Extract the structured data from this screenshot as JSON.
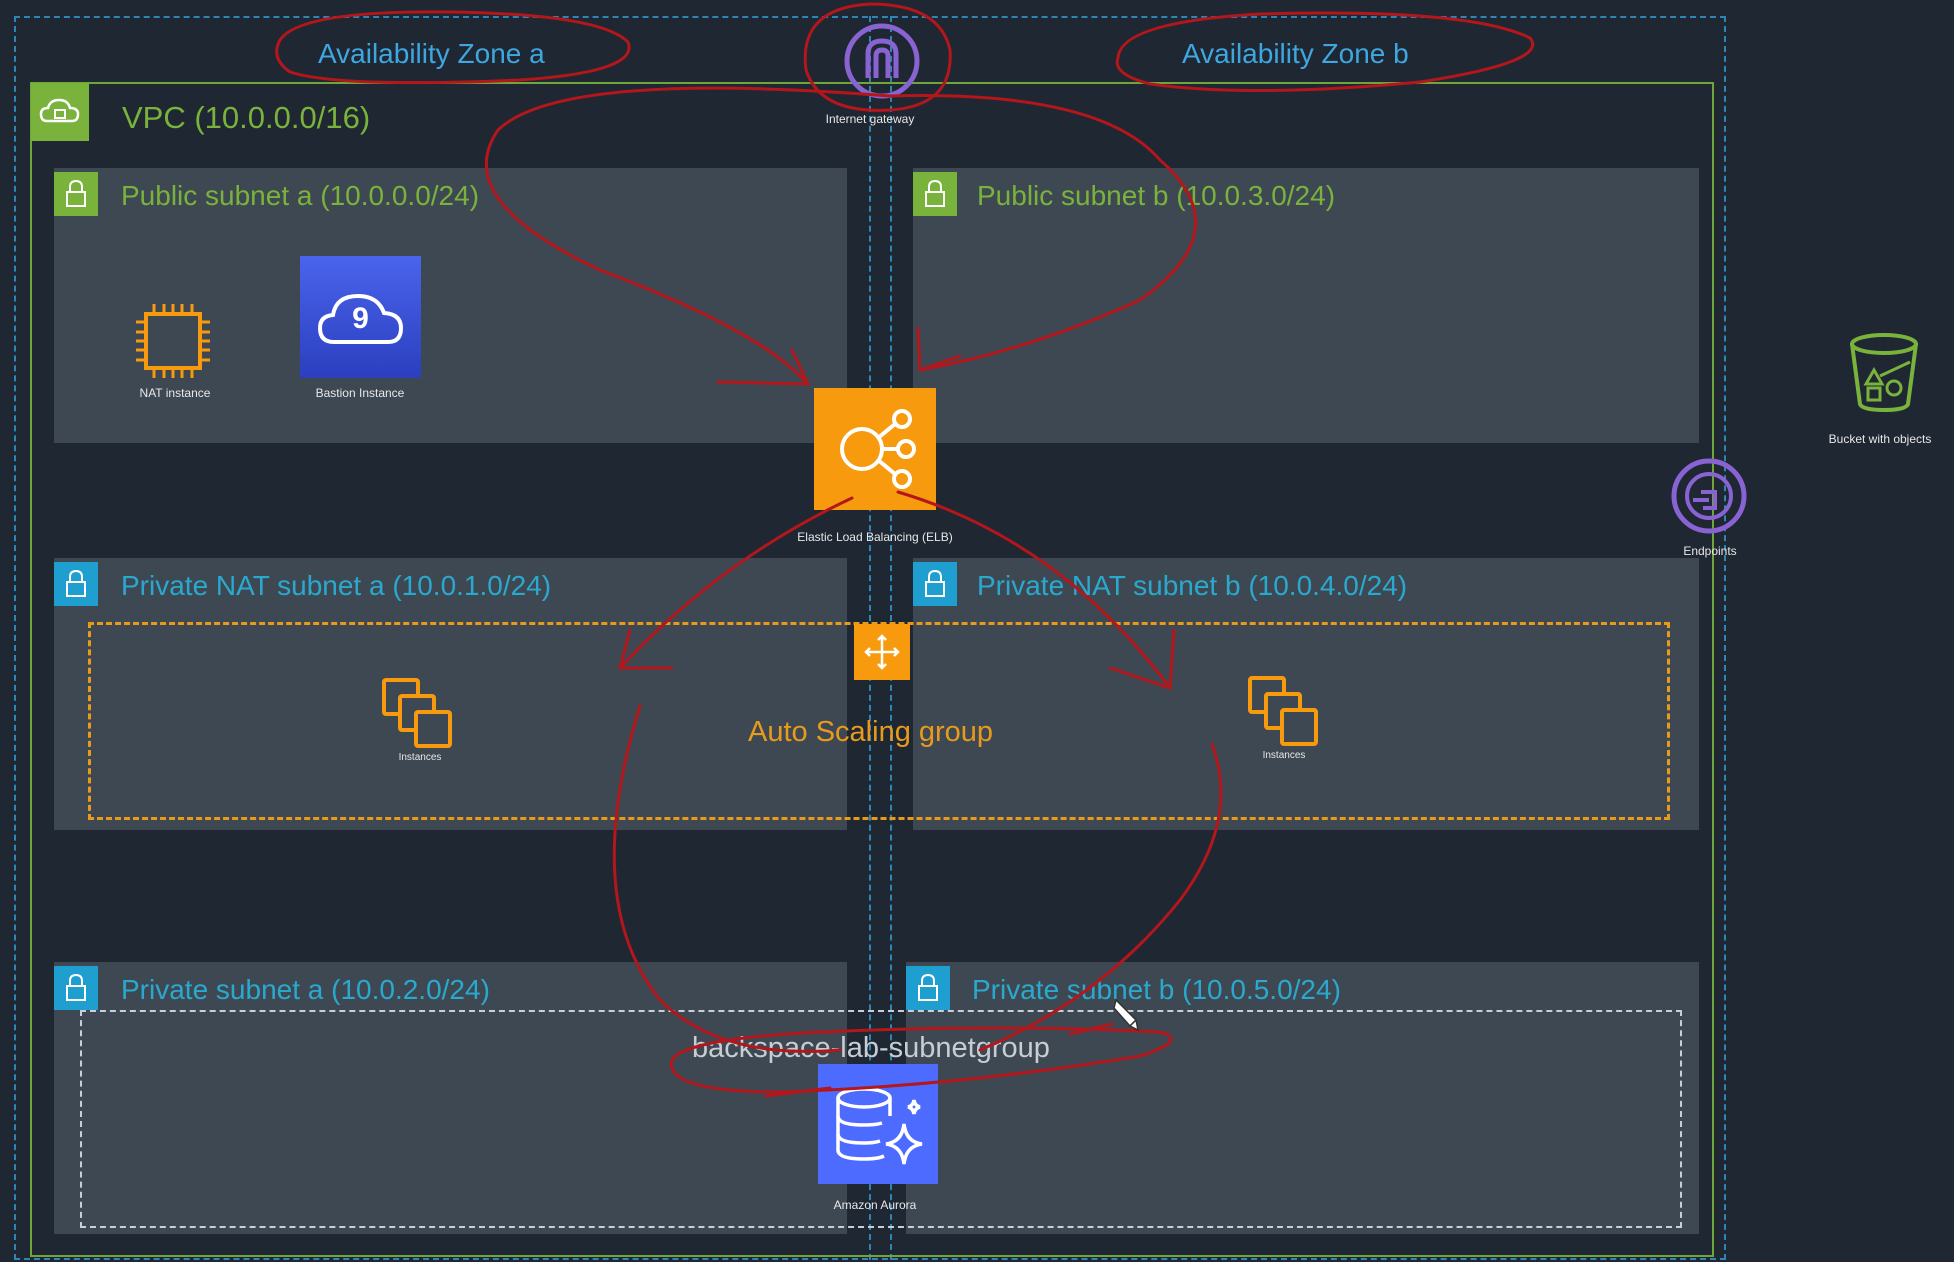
{
  "zones": {
    "a": "Availability Zone a",
    "b": "Availability Zone b"
  },
  "vpc": {
    "label": "VPC  (10.0.0.0/16)"
  },
  "internet_gateway": {
    "label": "Internet gateway"
  },
  "subnets": {
    "public_a": "Public subnet a (10.0.0.0/24)",
    "public_b": "Public subnet b (10.0.3.0/24)",
    "private_nat_a": "Private NAT subnet a (10.0.1.0/24)",
    "private_nat_b": "Private NAT subnet b (10.0.4.0/24)",
    "private_a": "Private subnet a (10.0.2.0/24)",
    "private_b": "Private subnet b (10.0.5.0/24)"
  },
  "icons": {
    "nat_instance": "NAT instance",
    "bastion_instance": "Bastion Instance",
    "elb": "Elastic Load Balancing (ELB)",
    "instances_a": "Instances",
    "instances_b": "Instances",
    "aurora": "Amazon Aurora",
    "bucket": "Bucket with objects",
    "endpoints": "Endpoints",
    "bastion_glyph": "9"
  },
  "groups": {
    "auto_scaling": "Auto Scaling group",
    "db_subnet_group": "backspace-lab-subnetgroup"
  },
  "colors": {
    "background": "#1f2733",
    "subnet_fill": "#3e4853",
    "vpc_green": "#7ab33b",
    "zone_blue": "#3fa7e0",
    "orange": "#f79a0e",
    "purple": "#8a63d2",
    "aurora_blue": "#4d6bfe",
    "annotation_red": "#b3161b"
  }
}
